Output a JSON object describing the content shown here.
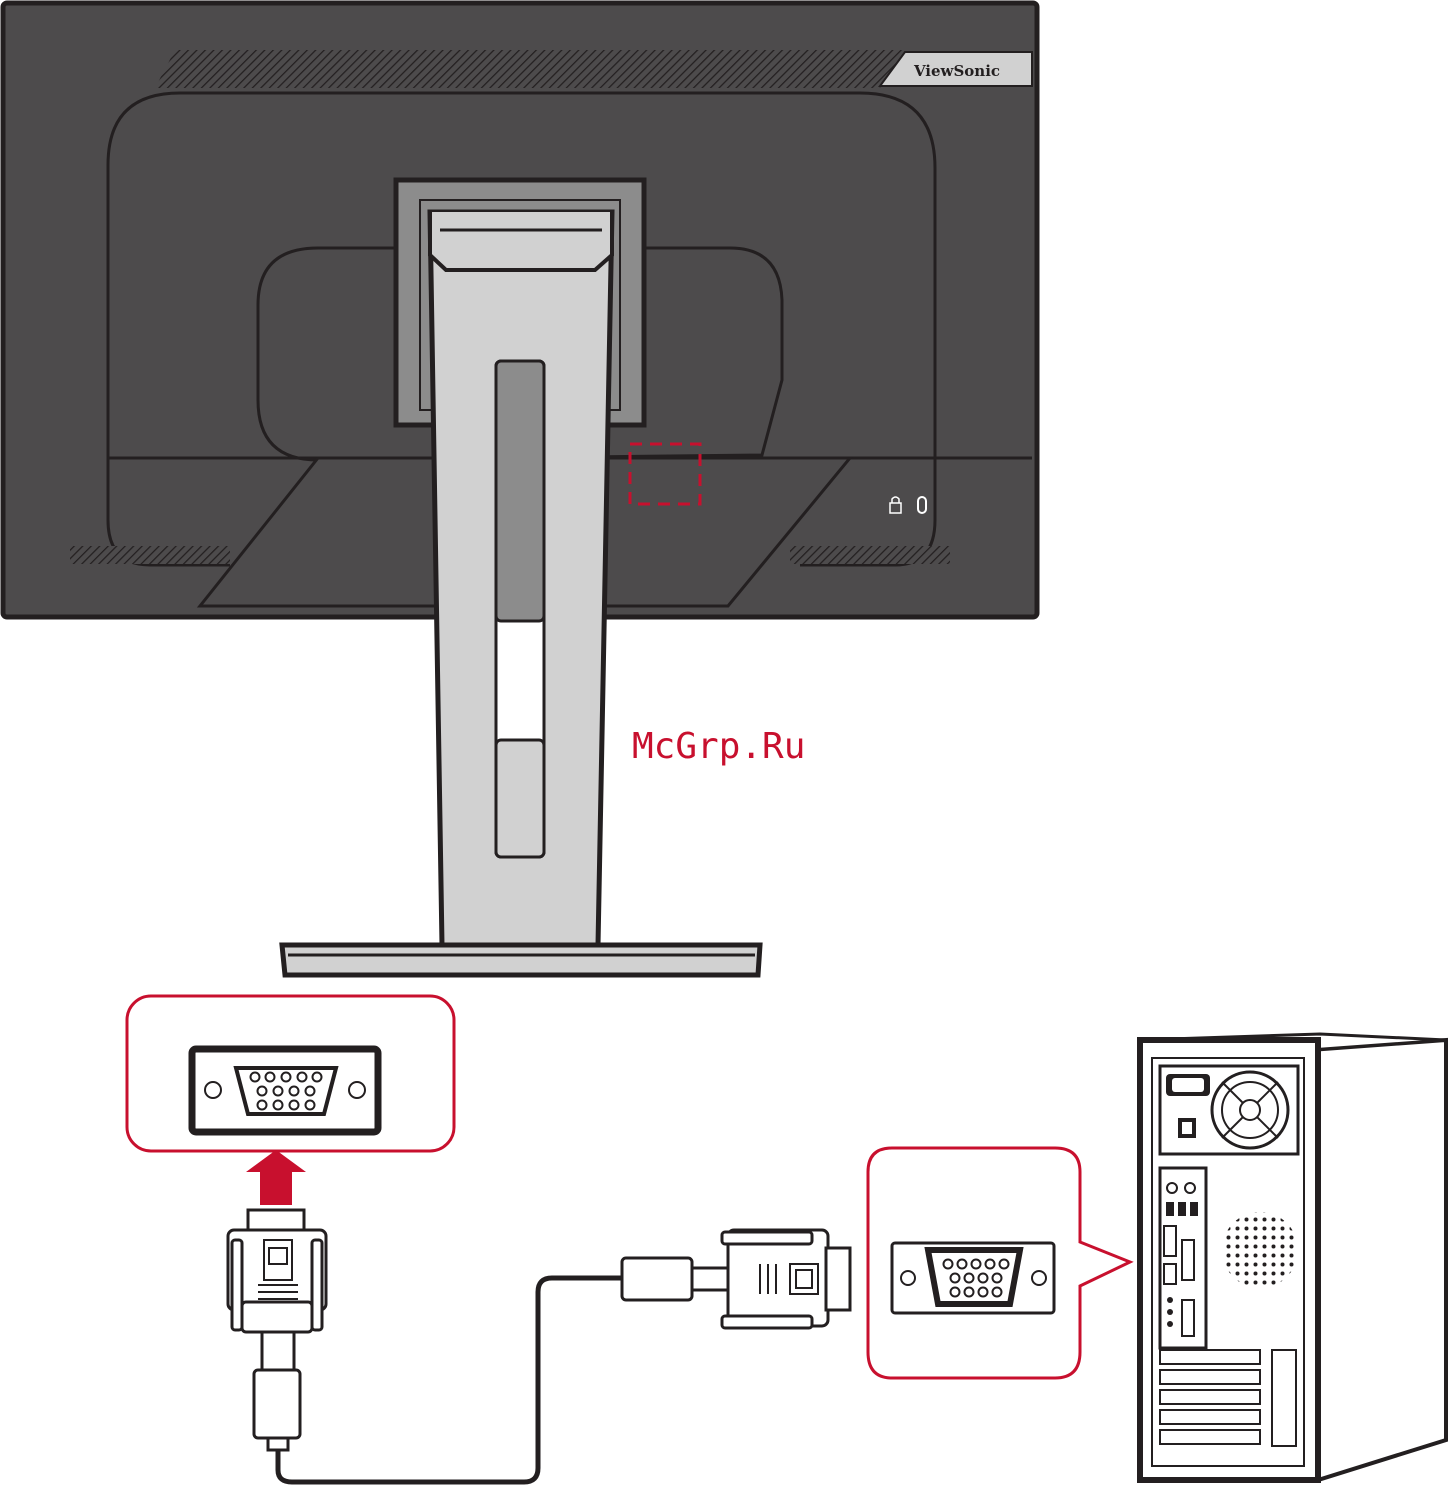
{
  "monitor": {
    "brand_label": "ViewSonic",
    "bezel_color": "#4d4b4c",
    "stand_color": "#d1d1d1",
    "outline_color": "#231f20"
  },
  "watermark": {
    "text": "McGrp.Ru",
    "color": "#c8102e"
  },
  "callouts": {
    "highlight_color": "#c8102e",
    "monitor_port": "vga-port-monitor",
    "computer_port": "vga-port-computer"
  },
  "icons": {
    "arrow": "up-arrow-icon",
    "lock": "lock-icon",
    "fan": "fan-icon",
    "power_switch": "power-switch-icon"
  }
}
